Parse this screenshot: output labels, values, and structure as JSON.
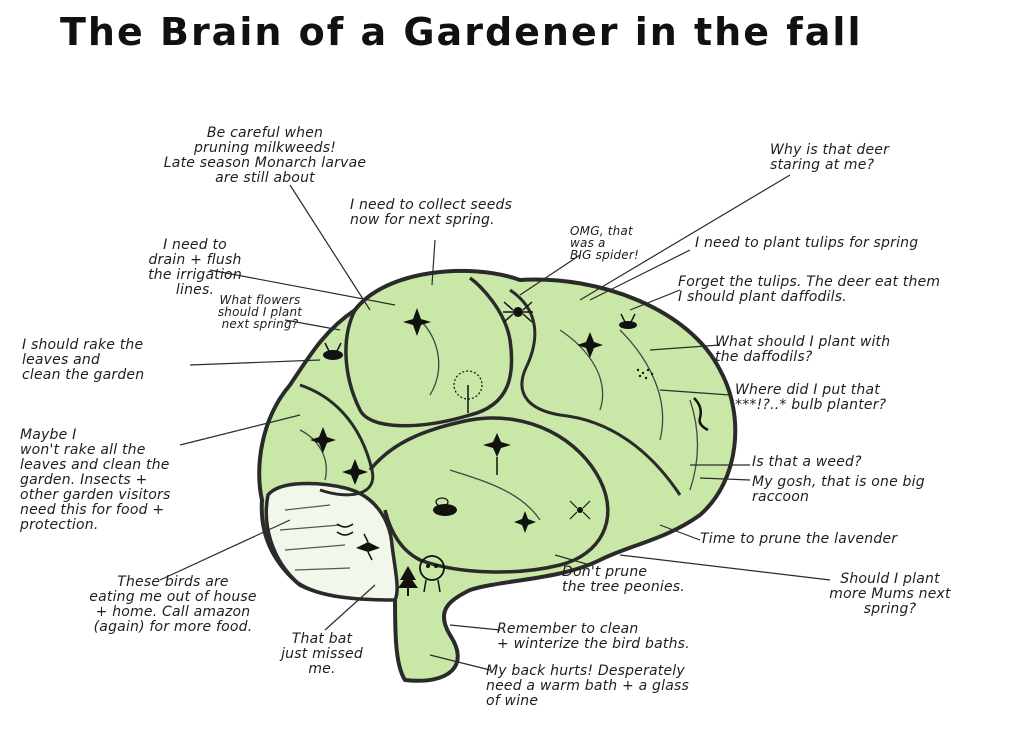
{
  "title": "The Brain of a Gardener in the fall",
  "colors": {
    "brain_fill": "#c9e8a8",
    "outline": "#2a2a2a",
    "ink": "#1e1e1e"
  },
  "annotations": {
    "careful_pruning": "Be careful when\npruning milkweeds!\nLate season Monarch larvae\nare still about",
    "collect_seeds": "I need to collect seeds\nnow for next spring.",
    "big_spider": "OMG, that\nwas a\nBIG spider!",
    "deer_staring": "Why is that deer\nstaring at me?",
    "plant_tulips": "I need to plant tulips for spring",
    "forget_tulips": "Forget the tulips. The deer eat them\nI should plant daffodils.",
    "irrigation": "I need to\ndrain + flush\nthe irrigation\nlines.",
    "what_flowers": "What flowers\nshould I plant\nnext spring?",
    "rake_leaves": "I should rake the\nleaves and\nclean the garden",
    "plant_with_daffodils": "What should I plant with\nthe daffodils?",
    "bulb_planter": "Where did I put that\n***!?..* bulb planter?",
    "maybe_not_rake": "Maybe I\nwon't rake all the\nleaves and clean the\ngarden. Insects +\nother garden visitors\nneed this for food +\nprotection.",
    "weed": "Is that a weed?",
    "raccoon": "My gosh, that is one big\nraccoon",
    "lavender": "Time to prune the lavender",
    "birds": "These birds are\neating me out of house\n+ home. Call amazon\n(again) for more food.",
    "peonies": "Don't prune\nthe tree peonies.",
    "mums": "Should I plant\nmore Mums next\nspring?",
    "bird_baths": "Remember to clean\n+ winterize the bird baths.",
    "bat": "That bat\njust missed\nme.",
    "back_hurts": "My back hurts! Desperately\nneed a warm bath + a glass\nof wine"
  },
  "icons": [
    "flower-icon",
    "spider-icon",
    "insect-icon",
    "lizard-icon",
    "bird-icon",
    "raccoon-icon",
    "tree-icon",
    "bee-icon",
    "plant-icon"
  ]
}
